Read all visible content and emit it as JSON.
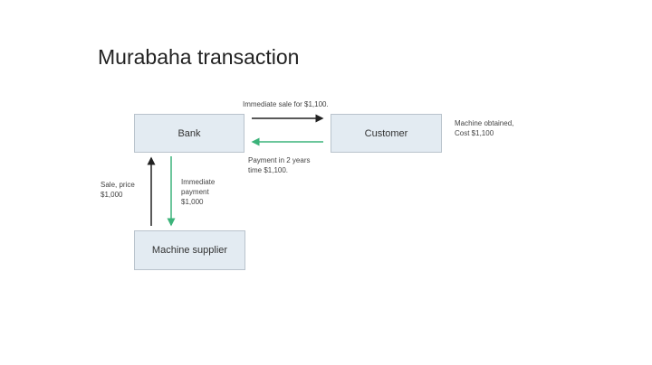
{
  "title": "Murabaha transaction",
  "nodes": {
    "bank": "Bank",
    "customer": "Customer",
    "supplier": "Machine supplier"
  },
  "labels": {
    "sale_to_customer": "Immediate sale for $1,100.",
    "payment_from_customer": "Payment in 2 years\ntime $1,100.",
    "customer_note": "Machine obtained,\nCost $1,100",
    "sale_price": "Sale, price\n$1,000",
    "immediate_payment": "Immediate\npayment\n$1,000"
  },
  "colors": {
    "black_arrow": "#222222",
    "green_arrow": "#3cb37a",
    "box_fill": "#e3ebf2"
  }
}
